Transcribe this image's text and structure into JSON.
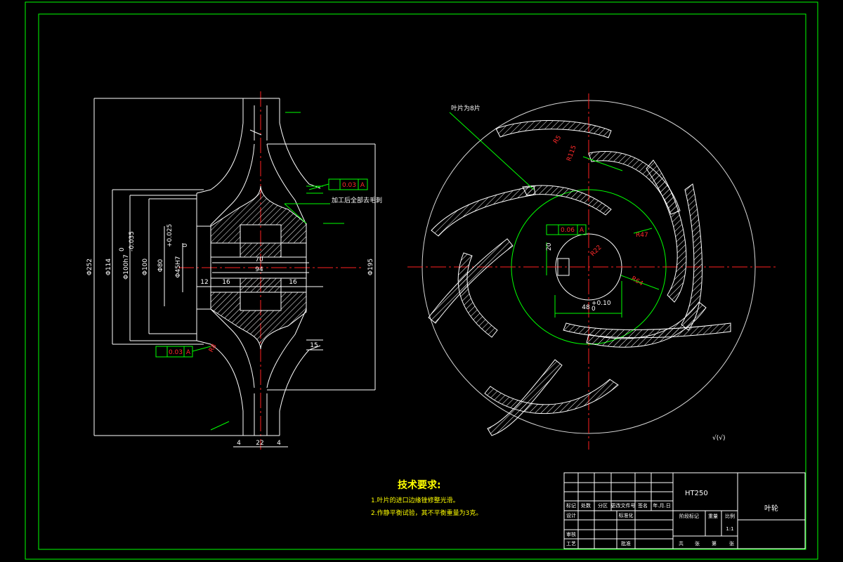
{
  "colors": {
    "frame": "#00ff00",
    "outline": "#ffffff",
    "center": "#ff0000",
    "hatch": "#ffffff",
    "text": "#ffff00"
  },
  "section_view": {
    "dims": {
      "d252": "Φ252",
      "d114": "Φ114",
      "d100h7": "Φ100h7",
      "tol_upper": "0",
      "tol_lower": "-0.035",
      "d100": "Φ100",
      "d80": "Φ80",
      "d45h7": "Φ45H7",
      "tol2_upper": "+0.025",
      "tol2_lower": "0",
      "d195": "Φ195",
      "w70": "70",
      "w94": "94",
      "w12": "12",
      "w16a": "16",
      "w16b": "16",
      "w15": "15",
      "w4a": "4",
      "w22": "22",
      "w4b": "4",
      "r8": "R8"
    },
    "tolerances": {
      "top": "0.03",
      "top_datum": "A",
      "bottom": "0.03",
      "bottom_datum": "A"
    },
    "notes": {
      "balance_note": "加工后全部去毛刺"
    }
  },
  "plan_view": {
    "blade_label": "叶片为8片",
    "dims": {
      "r5": "R5",
      "r115": "R115",
      "r47": "R47",
      "r64": "R64",
      "r22": "R22",
      "w48": "48",
      "w48_upper": "+0.10",
      "w48_lower": "0",
      "w20": "20"
    },
    "tolerance": {
      "value": "0.06",
      "datum": "A"
    },
    "roughness_symbol": "√(√)"
  },
  "tech_req": {
    "title": "技术要求:",
    "items": [
      "1.叶片的进口边缘锉修整光滑。",
      "2.作静平衡试验，其不平衡重量为3克。"
    ]
  },
  "title_block": {
    "material": "HT250",
    "part_name": "叶轮",
    "header_cells": [
      "标记",
      "处数",
      "分区",
      "更改文件号",
      "签名",
      "年.月.日"
    ],
    "labels": {
      "design": "设计",
      "check": "审核",
      "process": "工艺",
      "standard": "标准化",
      "approve": "批准",
      "stage": "阶段标记",
      "weight": "重量",
      "scale": "比例",
      "scale_value": "1:1",
      "sheet_total": "共",
      "sheet_no": "张",
      "sheet_of": "第",
      "sheet_end": "张"
    }
  }
}
